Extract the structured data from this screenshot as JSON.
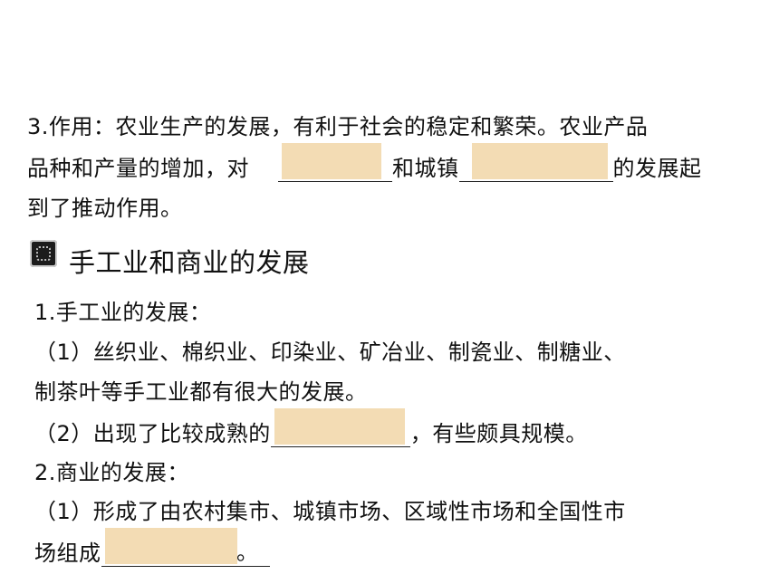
{
  "section_effect": {
    "line1": "3.作用：农业生产的发展，有利于社会的稳定和繁荣。农业产品",
    "line2_pre": "品种和产量的增加，对",
    "line2_mid": "和城镇",
    "line2_post": "的发展起",
    "line3": "到了推动作用。"
  },
  "heading": {
    "text": "手工业和商业的发展"
  },
  "handicraft": {
    "title": "1.手工业的发展：",
    "item1_line1": "（1）丝织业、棉织业、印染业、矿冶业、制瓷业、制糖业、",
    "item1_line2": "制茶叶等手工业都有很大的发展。",
    "item2_pre": "（2）出现了比较成熟的",
    "item2_post": "，有些颇具规模。"
  },
  "commerce": {
    "title": "2.商业的发展：",
    "item1_line1": "（1）形成了由农村集市、城镇市场、区域性市场和全国性市",
    "item1_pre": "场组成",
    "item1_post": "。"
  },
  "colors": {
    "cover_patch": "#f3dcb4",
    "text": "#111111"
  }
}
